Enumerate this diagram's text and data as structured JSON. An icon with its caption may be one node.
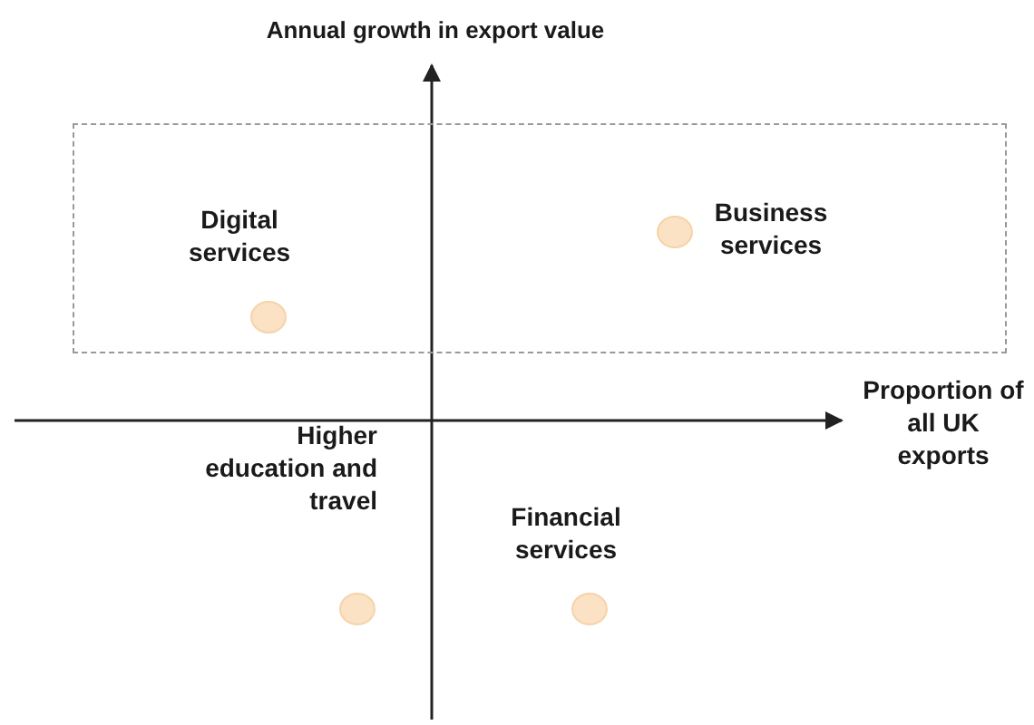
{
  "diagram": {
    "nodes": [
      {
        "text": [],
        "shape": "box"
      },
      {
        "text": [],
        "shape": "circle",
        "in": 0,
        "beside": [
          "Digital services"
        ]
      },
      {
        "text": [],
        "shape": "circle",
        "in": 0,
        "beside": [
          "Business services"
        ]
      },
      {
        "text": [],
        "shape": "circle",
        "beside": [
          "Higher education and travel"
        ]
      },
      {
        "text": [],
        "shape": "circle",
        "beside": [
          "Financial services"
        ]
      }
    ],
    "edges": [],
    "labels": [
      "Annual growth in export value",
      "Proportion of all UK exports"
    ]
  }
}
